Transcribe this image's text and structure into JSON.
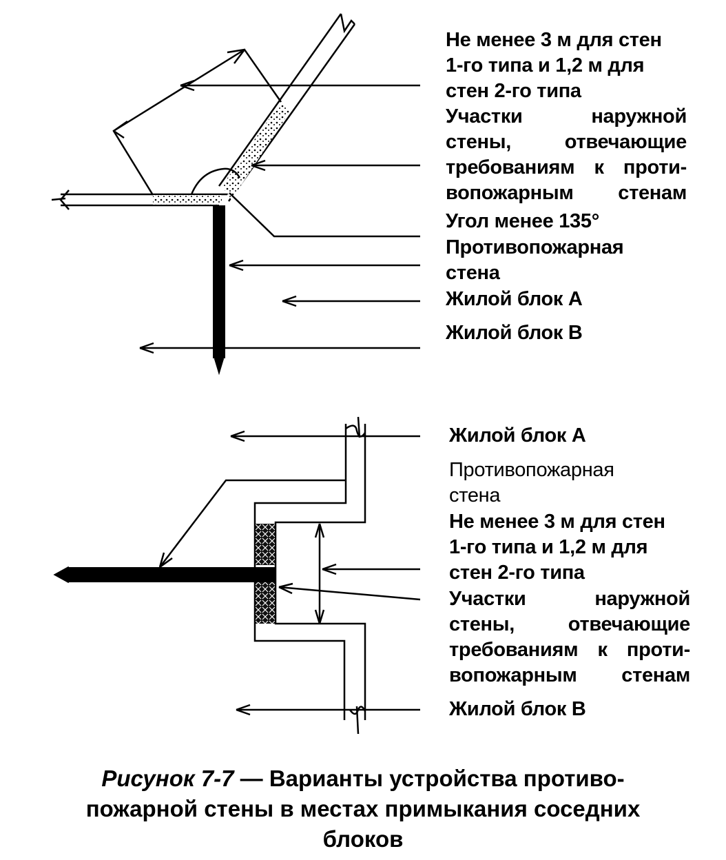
{
  "top": {
    "wall_length_note": [
      "Не менее 3 м для стен",
      "1-го типа и 1,2 м для",
      "стен 2-го типа"
    ],
    "outer_wall_sections": [
      "Участки наружной",
      "стены, отвечающие",
      "требованиям к проти-",
      "вопожарным стенам"
    ],
    "angle_note": "Угол менее 135°",
    "firewall": [
      "Противопожарная",
      "стена"
    ],
    "block_a": "Жилой блок А",
    "block_b": "Жилой блок В"
  },
  "bottom": {
    "block_a": "Жилой блок А",
    "firewall": [
      "Противопожарная",
      "стена"
    ],
    "wall_length_note": [
      "Не менее 3 м для стен",
      "1-го типа и 1,2 м для",
      "стен 2-го типа"
    ],
    "outer_wall_sections": [
      "Участки наружной",
      "стены, отвечающие",
      "требованиям к проти-",
      "вопожарным стенам"
    ],
    "block_b": "Жилой блок В"
  },
  "caption": {
    "figure": "Рисунок 7-7",
    "dash": " — ",
    "line1": "Варианты устройства противо-",
    "line2": "пожарной стены в местах примыкания соседних",
    "line3": "блоков"
  }
}
